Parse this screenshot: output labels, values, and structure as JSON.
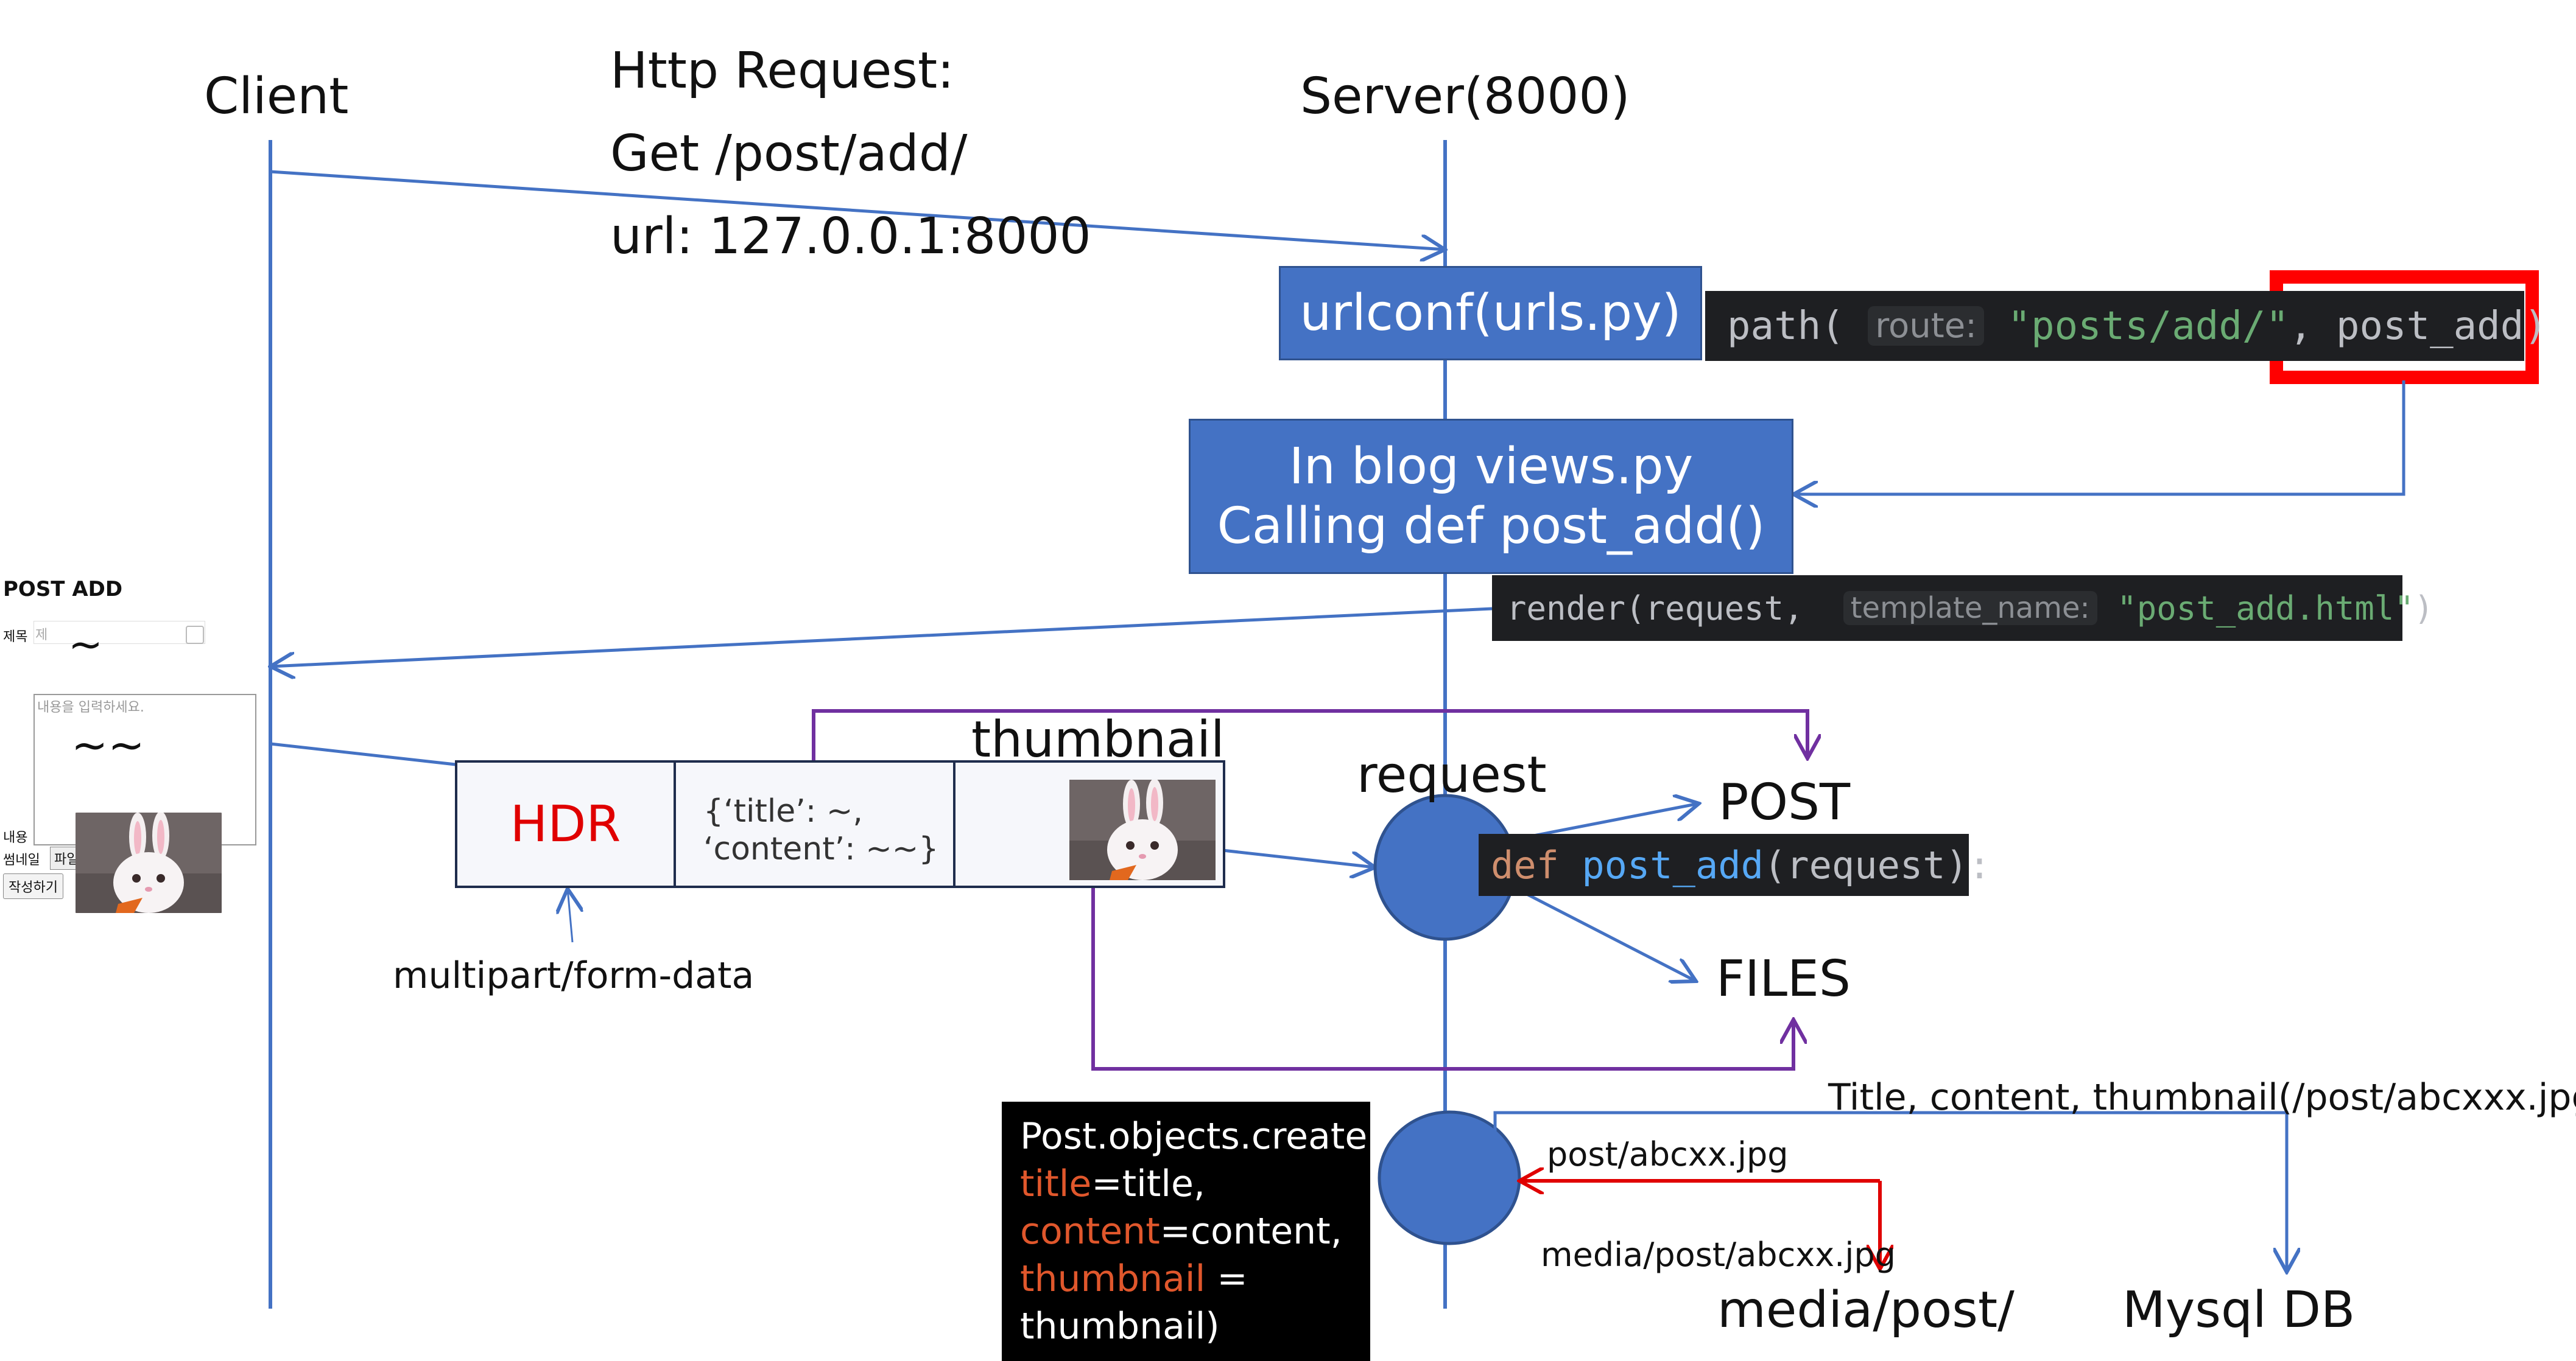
{
  "client_label": "Client",
  "server_label": "Server(8000)",
  "http_request": {
    "line1": "Http Request:",
    "line2": "Get /post/add/",
    "line3": "url: 127.0.0.1:8000"
  },
  "urlconf_box": "urlconf(urls.py)",
  "path_code": {
    "fn": "path(",
    "hint": "route:",
    "route": "\"posts/add/\"",
    "comma": ",",
    "view": "post_add)"
  },
  "views_box": {
    "line1": "In blog views.py",
    "line2": "Calling def post_add()"
  },
  "render_code": {
    "fn": "render(request,",
    "hint": "template_name:",
    "tmpl": "\"post_add.html\"",
    "close": ")"
  },
  "form_preview": {
    "title": "POST ADD",
    "title_label": "제목",
    "title_placeholder": "제",
    "title_value": "~",
    "content_placeholder": "내용을 입력하세요.",
    "content_value": "~~",
    "content_label": "내용",
    "thumbnail_label": "썸네일",
    "file_button": "파일",
    "submit_button": "작성하기"
  },
  "packet": {
    "hdr": "HDR",
    "body_line1": "{‘title’: ~,",
    "body_line2": "‘content’: ~~}"
  },
  "thumbnail_label": "thumbnail",
  "multipart_label": "multipart/form-data",
  "request_label": "request",
  "post_label": "POST",
  "files_label": "FILES",
  "def_code": {
    "kw": "def",
    "name": "post_add",
    "args": "(request):"
  },
  "create_code": {
    "line1": "Post.objects.create(",
    "title_kw": "title",
    "title_val": "=title,",
    "content_kw": "content",
    "content_val": "=content,",
    "thumb_kw": "thumbnail",
    "thumb_val": " =",
    "line5": "thumbnail)"
  },
  "db_fields": "Title, content, thumbnail(/post/abcxxx.jpg",
  "file_path": "post/abcxx.jpg",
  "media_path": "media/post/abcxx.jpg",
  "media_folder": "media/post/",
  "mysql_label": "Mysql DB",
  "colors": {
    "blue_line": "#4472c4",
    "purple_line": "#7030a0",
    "red_line": "#e00000",
    "highlight": "#ff0000"
  }
}
